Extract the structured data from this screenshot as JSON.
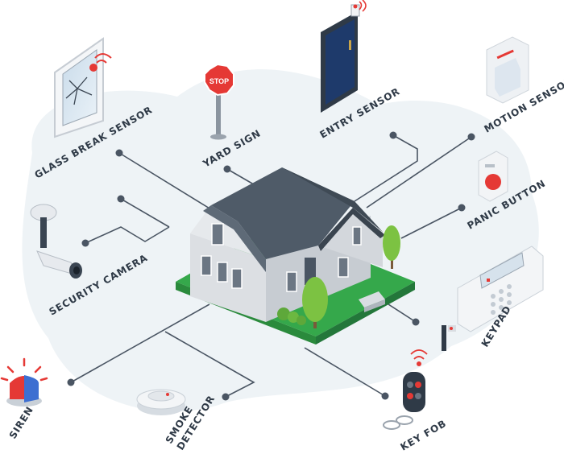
{
  "labels": {
    "glass_break": "GLASS BREAK SENSOR",
    "yard_sign": "YARD SIGN",
    "entry_sensor": "ENTRY SENSOR",
    "motion_sensor": "MOTION SENSOR",
    "panic_button": "PANIC BUTTON",
    "security_camera": "SECURITY CAMERA",
    "keypad": "KEYPAD",
    "siren": "SIREN",
    "smoke_detector_line1": "SMOKE",
    "smoke_detector_line2": "DETECTOR",
    "key_fob": "KEY FOB",
    "stop_sign_text": "STOP"
  },
  "colors": {
    "backdrop": "#eef3f6",
    "connector": "#4a5563",
    "roof": "#4f5b68",
    "wall": "#d9dde2",
    "lawn": "#35a84b",
    "tree": "#7cc242",
    "alert_red": "#e53935"
  },
  "icons": [
    "glass-window-icon",
    "stop-sign-icon",
    "door-icon",
    "motion-sensor-icon",
    "panic-button-icon",
    "security-camera-icon",
    "keypad-icon",
    "siren-icon",
    "smoke-detector-icon",
    "key-fob-icon",
    "house-icon"
  ]
}
